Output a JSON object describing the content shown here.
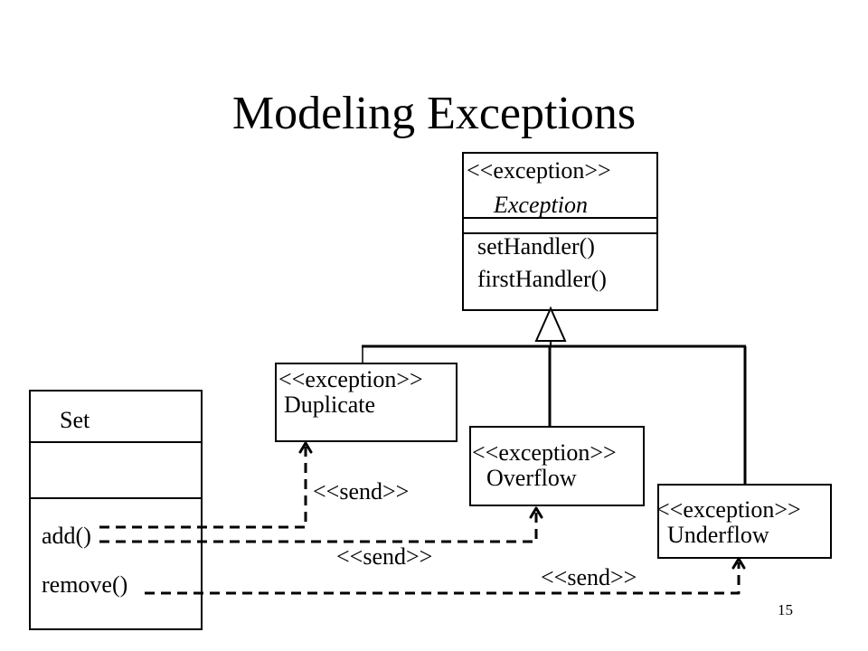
{
  "slide": {
    "title": "Modeling Exceptions",
    "page_number": "15"
  },
  "exception_class": {
    "stereotype": "<<exception>>",
    "name": "Exception",
    "methods": [
      "setHandler()",
      "firstHandler()"
    ]
  },
  "subclasses": {
    "duplicate": {
      "stereotype": "<<exception>>",
      "name": "Duplicate"
    },
    "overflow": {
      "stereotype": "<<exception>>",
      "name": "Overflow"
    },
    "underflow": {
      "stereotype": "<<exception>>",
      "name": "Underflow"
    }
  },
  "set_class": {
    "name": "Set",
    "methods": [
      "add()",
      "remove()"
    ]
  },
  "send_labels": [
    "<<send>>",
    "<<send>>",
    "<<send>>"
  ]
}
